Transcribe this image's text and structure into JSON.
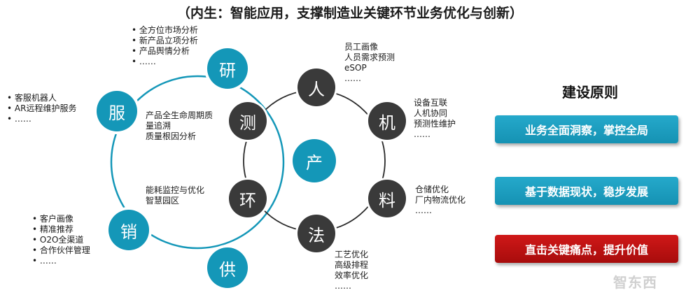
{
  "title": "（内生：智能应用，支撑制造业关键环节业务优化与创新）",
  "outer_nodes": {
    "yan": "研",
    "fu": "服",
    "xiao": "销",
    "gong": "供"
  },
  "inner_nodes": {
    "ren": "人",
    "ji": "机",
    "liao": "料",
    "fa": "法",
    "huan": "环",
    "ce": "测"
  },
  "center_node": "产",
  "lists": {
    "yan": [
      "全方位市场分析",
      "新产品立项分析",
      "产品舆情分析",
      "……"
    ],
    "fu": [
      "客服机器人",
      "AR远程维护服务",
      "……"
    ],
    "xiao": [
      "客户画像",
      "精准推荐",
      "O2O全渠道",
      "合作伙伴管理",
      "……"
    ]
  },
  "notes": {
    "ren": [
      "员工画像",
      "人员需求预测",
      "eSOP",
      "……"
    ],
    "ji": [
      "设备互联",
      "人机协同",
      "预测性维护",
      "……"
    ],
    "liao": [
      "仓储优化",
      "厂内物流优化",
      "……"
    ],
    "fa": [
      "工艺优化",
      "高级排程",
      "效率优化",
      "……"
    ],
    "ce": [
      "产品全生命周期质",
      "量追溯",
      "质量根因分析"
    ],
    "huan": [
      "能耗监控与优化",
      "智慧园区"
    ]
  },
  "principles": {
    "title": "建设原则",
    "items": [
      "业务全面洞察，掌控全局",
      "基于数据现状，稳步发展",
      "直击关键痛点，提升价值"
    ]
  },
  "watermark": "智东西",
  "colors": {
    "teal": "#1497b8",
    "dark": "#3a3a3a",
    "red": "#c41212"
  }
}
